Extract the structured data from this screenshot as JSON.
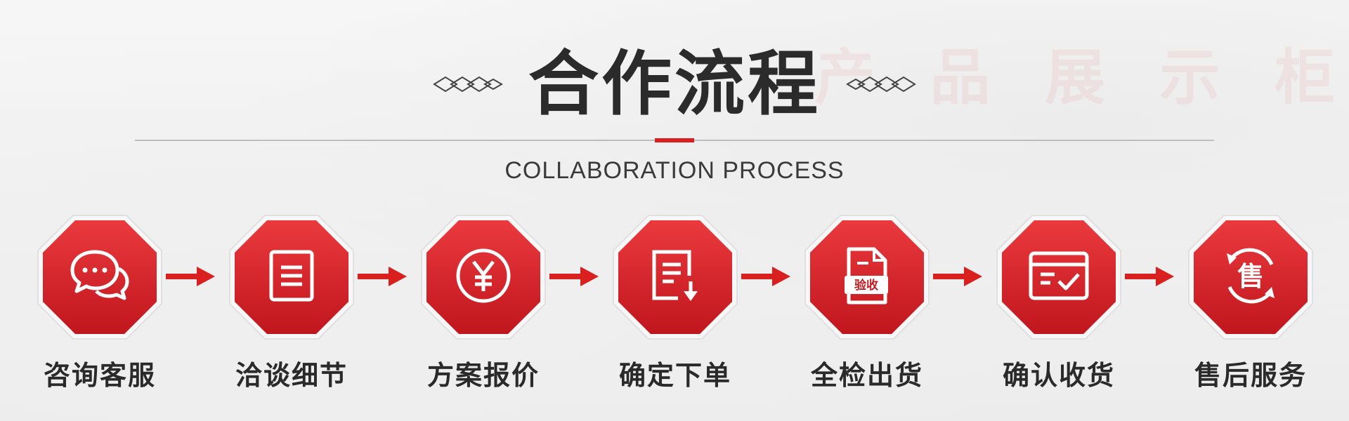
{
  "watermark": [
    "产",
    "品",
    "展",
    "示",
    "柜"
  ],
  "header": {
    "title": "合作流程",
    "subtitle": "COLLABORATION PROCESS"
  },
  "colors": {
    "accent": "#d9201f",
    "badge_dark": "#c41a21",
    "badge_light": "#e8353a",
    "text": "#2a2a2a"
  },
  "steps": [
    {
      "label": "咨询客服",
      "icon": "chat-bubbles-icon"
    },
    {
      "label": "洽谈细节",
      "icon": "document-icon"
    },
    {
      "label": "方案报价",
      "icon": "yen-coin-icon"
    },
    {
      "label": "确定下单",
      "icon": "order-document-icon"
    },
    {
      "label": "全检出货",
      "icon": "inspection-document-icon",
      "badge_text": "验收"
    },
    {
      "label": "确认收货",
      "icon": "check-inbox-icon"
    },
    {
      "label": "售后服务",
      "icon": "after-sales-cycle-icon",
      "badge_text": "售"
    }
  ]
}
